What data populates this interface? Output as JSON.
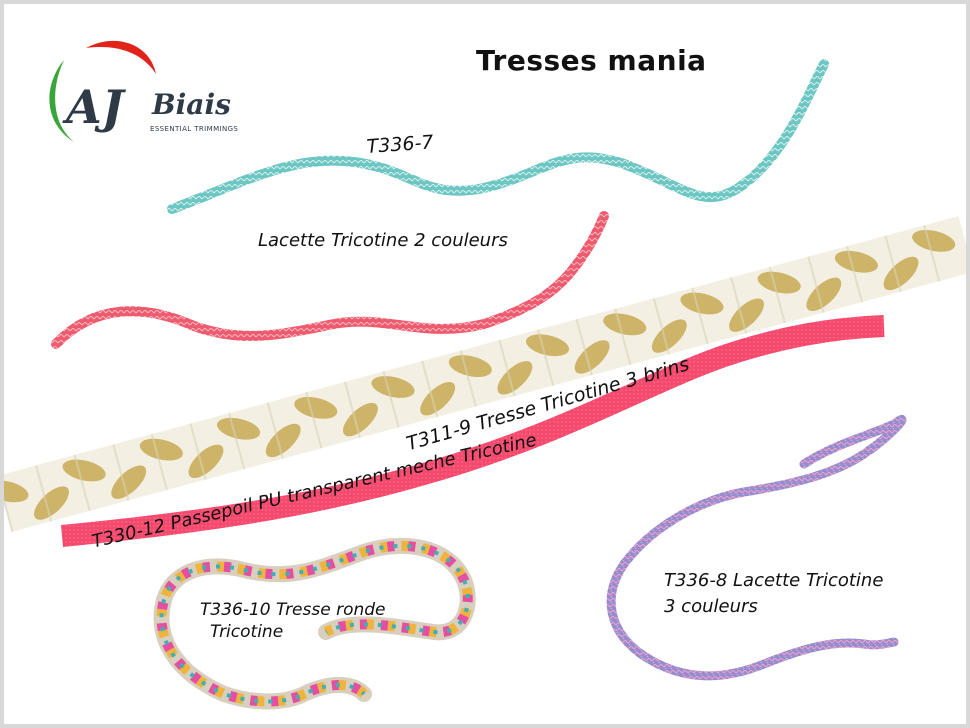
{
  "logo": {
    "mark": "AJ",
    "name": "Biais",
    "tagline": "ESSENTIAL TRIMMINGS"
  },
  "title": "Tresses mania",
  "products": [
    {
      "label": "T336-7",
      "color": "#4fb7b8"
    },
    {
      "label": "Lacette Tricotine 2 couleurs",
      "color": "#ef5a6e"
    },
    {
      "label": "T311-9 Tresse Tricotine 3 brins",
      "color": "#c9ad5a"
    },
    {
      "label": "T330-12 Passepoil PU transparent meche Tricotine",
      "color": "#f5496e"
    },
    {
      "label": "T336-10 Tresse ronde",
      "label2": "Tricotine",
      "color": "#3fb0b5"
    },
    {
      "label": "T336-8 Lacette Tricotine",
      "label2": "3 couleurs",
      "color": "#9a78c8"
    }
  ],
  "colors": {
    "logo_green": "#3aa63a",
    "logo_red": "#e2231a",
    "logo_text": "#2e3a46"
  }
}
